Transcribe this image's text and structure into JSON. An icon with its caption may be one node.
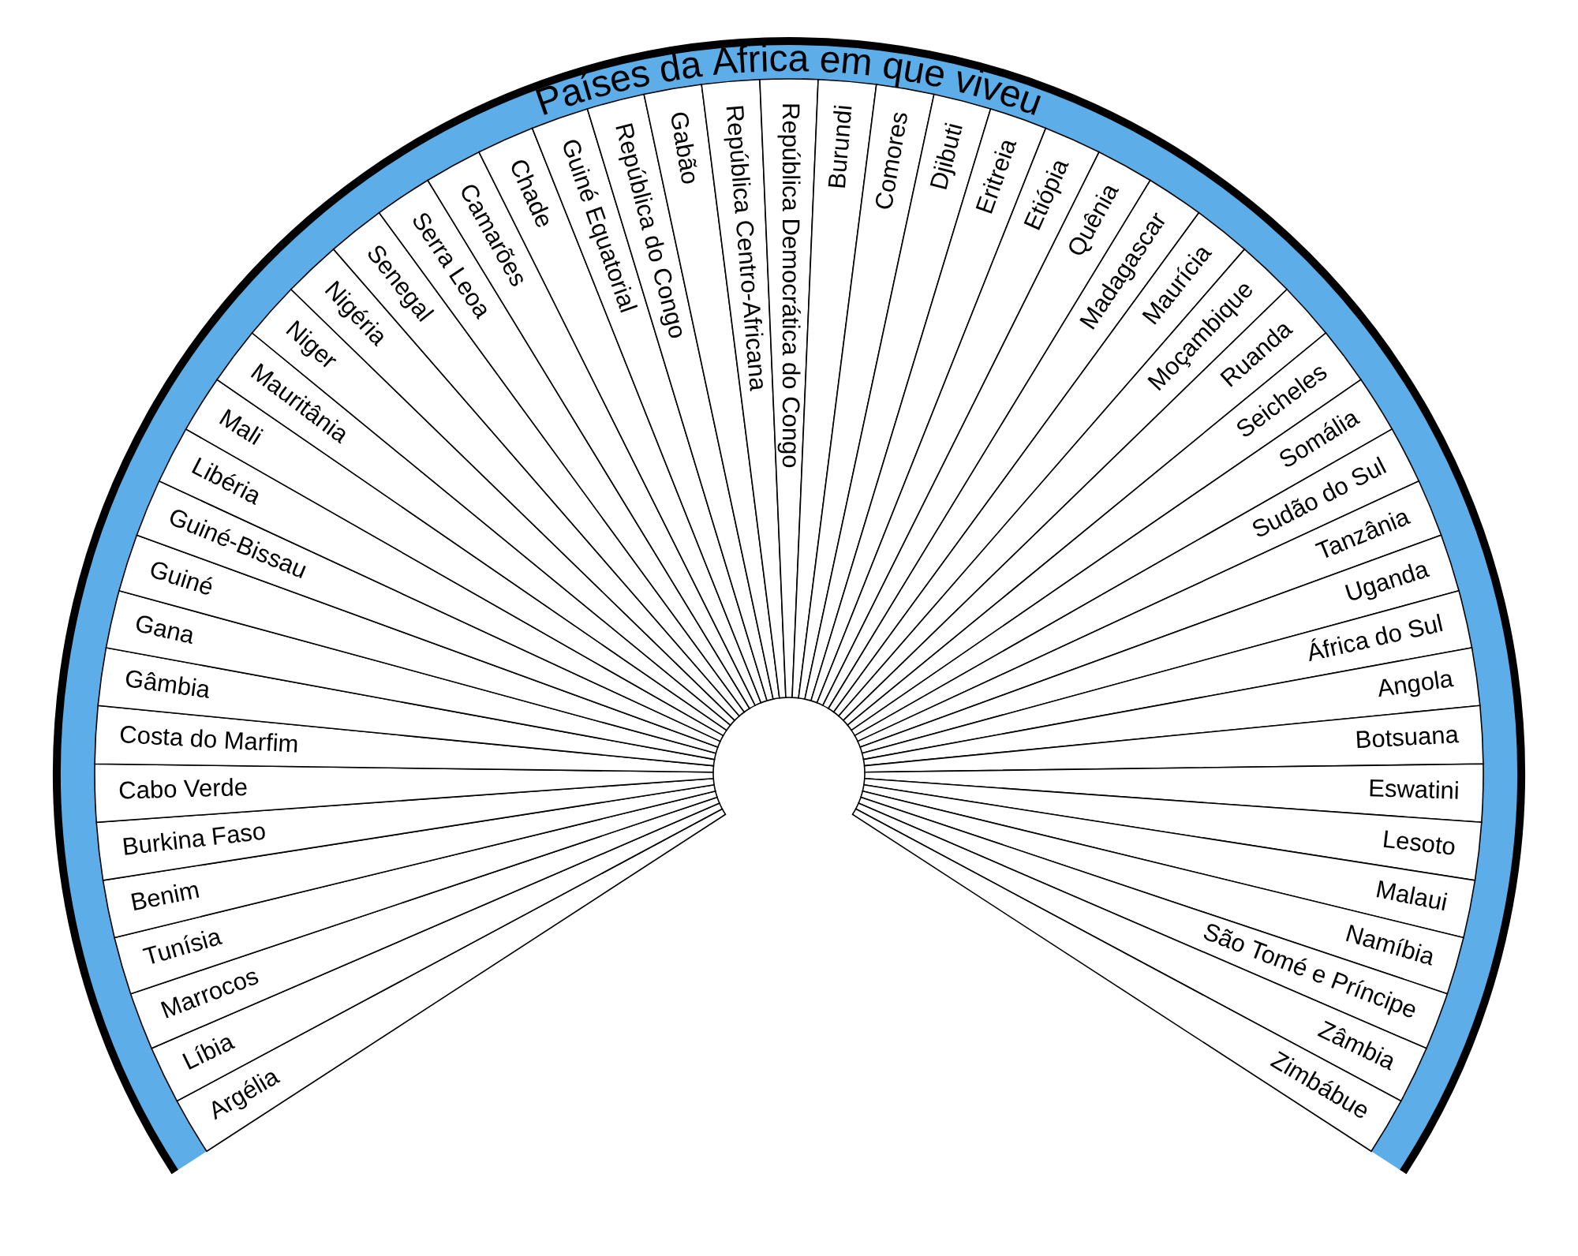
{
  "diagram": {
    "title": "Países da África em que viveu",
    "nodes": [
      {
        "text": [
          "Argélia"
        ]
      },
      {
        "text": [
          "Líbia"
        ]
      },
      {
        "text": [
          "Marrocos"
        ]
      },
      {
        "text": [
          "Tunísia"
        ]
      },
      {
        "text": [
          "Benim"
        ]
      },
      {
        "text": [
          "Burkina Faso"
        ]
      },
      {
        "text": [
          "Cabo Verde"
        ]
      },
      {
        "text": [
          "Costa do Marfim"
        ]
      },
      {
        "text": [
          "Gâmbia"
        ]
      },
      {
        "text": [
          "Gana"
        ]
      },
      {
        "text": [
          "Guiné"
        ]
      },
      {
        "text": [
          "Guiné-Bissau"
        ]
      },
      {
        "text": [
          "Libéria"
        ]
      },
      {
        "text": [
          "Mali"
        ]
      },
      {
        "text": [
          "Mauritânia"
        ]
      },
      {
        "text": [
          "Niger"
        ]
      },
      {
        "text": [
          "Nigéria"
        ]
      },
      {
        "text": [
          "Senegal"
        ]
      },
      {
        "text": [
          "Serra Leoa"
        ]
      },
      {
        "text": [
          "Camarões"
        ]
      },
      {
        "text": [
          "Chade"
        ]
      },
      {
        "text": [
          "Guiné Equatorial"
        ]
      },
      {
        "text": [
          "República do Congo"
        ]
      },
      {
        "text": [
          "Gabão"
        ]
      },
      {
        "text": [
          "República Centro-Africana"
        ]
      },
      {
        "text": [
          "República Democrática do Congo"
        ]
      },
      {
        "text": [
          "Burundi"
        ]
      },
      {
        "text": [
          "Comores"
        ]
      },
      {
        "text": [
          "Djibuti"
        ]
      },
      {
        "text": [
          "Eritreia"
        ]
      },
      {
        "text": [
          "Etiópia"
        ]
      },
      {
        "text": [
          "Quênia"
        ]
      },
      {
        "text": [
          "Madagascar"
        ]
      },
      {
        "text": [
          "Maurícia"
        ]
      },
      {
        "text": [
          "Moçambique"
        ]
      },
      {
        "text": [
          "Ruanda"
        ]
      },
      {
        "text": [
          "Seicheles"
        ]
      },
      {
        "text": [
          "Somália"
        ]
      },
      {
        "text": [
          "Sudão do Sul"
        ]
      },
      {
        "text": [
          "Tanzânia"
        ]
      },
      {
        "text": [
          "Uganda"
        ]
      },
      {
        "text": [
          "África do Sul"
        ]
      },
      {
        "text": [
          "Angola"
        ]
      },
      {
        "text": [
          "Botsuana"
        ]
      },
      {
        "text": [
          "Eswatini"
        ]
      },
      {
        "text": [
          "Lesoto"
        ]
      },
      {
        "text": [
          "Malaui"
        ]
      },
      {
        "text": [
          "Namíbia"
        ]
      },
      {
        "text": [
          "São Tomé e Príncipe"
        ]
      },
      {
        "text": [
          "Zâmbia"
        ]
      },
      {
        "text": [
          "Zimbábue"
        ]
      }
    ]
  }
}
